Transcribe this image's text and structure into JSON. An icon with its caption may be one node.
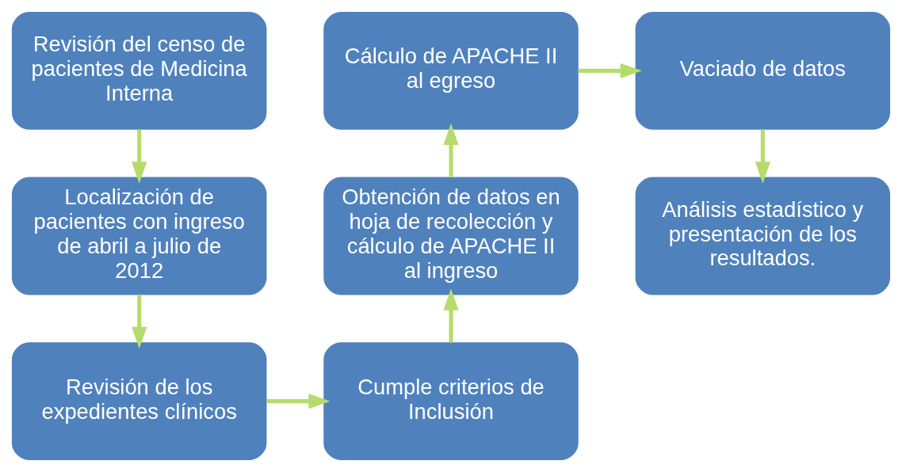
{
  "diagram": {
    "nodes": [
      {
        "text": [
          "Revisión del censo de pacientes de Medicina Interna"
        ]
      },
      {
        "text": [
          "Localización de pacientes con ingreso de abril a julio de 2012"
        ]
      },
      {
        "text": [
          "Revisión de los expedientes clínicos"
        ]
      },
      {
        "text": [
          "Cumple criterios de Inclusión"
        ]
      },
      {
        "text": [
          "Obtención de datos en hoja de recolección y cálculo de APACHE II al ingreso"
        ]
      },
      {
        "text": [
          "Cálculo de APACHE II al egreso"
        ]
      },
      {
        "text": [
          "Vaciado de datos"
        ]
      },
      {
        "text": [
          "Análisis estadístico y presentación de los resultados."
        ]
      }
    ],
    "edges": [
      {
        "from": 0,
        "to": 1,
        "arrow": "to"
      },
      {
        "from": 1,
        "to": 2,
        "arrow": "to"
      },
      {
        "from": 2,
        "to": 3,
        "arrow": "to"
      },
      {
        "from": 3,
        "to": 4,
        "arrow": "to"
      },
      {
        "from": 4,
        "to": 5,
        "arrow": "to"
      },
      {
        "from": 5,
        "to": 6,
        "arrow": "to"
      },
      {
        "from": 6,
        "to": 7,
        "arrow": "to"
      }
    ]
  }
}
